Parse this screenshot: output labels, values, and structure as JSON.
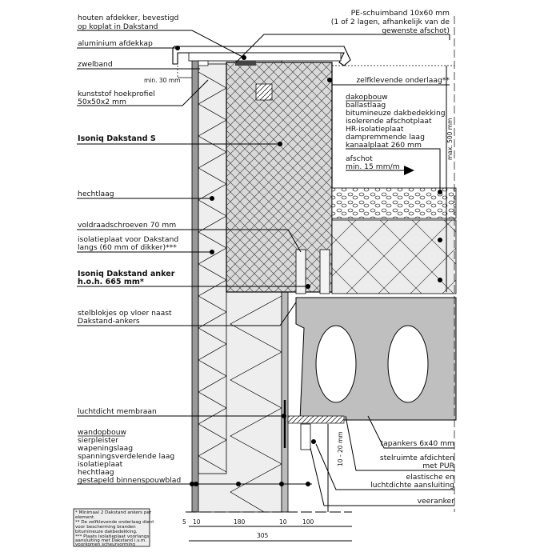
{
  "left_labels": {
    "houten_afdekker": [
      "houten afdekker, bevestigd",
      "op koplat in Dakstand"
    ],
    "aluminium_afdekkap": "aluminium afdekkap",
    "zwelband": "zwelband",
    "min_30": "min. 30 mm",
    "hoekprofiel": [
      "kunststof hoekprofiel",
      "50x50x2 mm"
    ],
    "dakstand_s": "Isoniq Dakstand S",
    "hechtlaag": "hechtlaag",
    "voldraad": "voldraadschroeven 70 mm",
    "isolatieplaat": [
      "isolatieplaat voor Dakstand",
      "langs (60 mm of dikker)***"
    ],
    "anker": [
      "Isoniq Dakstand anker",
      "h.o.h. 665 mm*"
    ],
    "stelblokjes": [
      "stelblokjes op vloer naast",
      "Dakstand-ankers"
    ],
    "luchtdicht": "luchtdicht membraan",
    "wandopbouw": [
      "wandopbouw",
      "sierpleister",
      "wapeningslaag",
      "spanningsverdelende laag",
      "isolatieplaat",
      "hechtlaag",
      "gestapeld binnenspouwblad"
    ]
  },
  "right_labels": {
    "pe_schuimband": [
      "PE-schuimband 10x60 mm",
      "(1 of 2 lagen, afhankelijk van de",
      "gewenste afschot)"
    ],
    "zelfklevend": "zelfklevende onderlaag**",
    "dakopbouw": [
      "dakopbouw",
      "ballastlaag",
      "bitumineuze dakbedekking",
      "isolerende afschotplaat",
      "HR-isolatieplaat",
      "dampremmende laag",
      "kanaalplaat 260 mm"
    ],
    "afschot": [
      "afschot",
      "min. 15 mm/m"
    ],
    "max_500": "max. 500 mm",
    "tapankers": "tapankers 6x40 mm",
    "stelruimte": [
      "stelruimte afdichten",
      "met PUR"
    ],
    "elastische": [
      "elastische en",
      "luchtdichte aansluiting"
    ],
    "veeranker": "veeranker",
    "gap": "10 - 20 mm"
  },
  "dimensions": {
    "d5": "5",
    "d10a": "10",
    "d180": "180",
    "d10b": "10",
    "d100": "100",
    "total": "305"
  },
  "footnotes": [
    "* Minimaal 2 Dakstand ankers per",
    "element.",
    "** De zelfklevende onderlaag dient",
    "voor bescherming branden",
    "bitumineuze dakbedekking.",
    "*** Plaats isolatieplaat voorlangs",
    "aansluiting met Dakstand i.v.m.",
    "voorkomen scheurvorming"
  ]
}
